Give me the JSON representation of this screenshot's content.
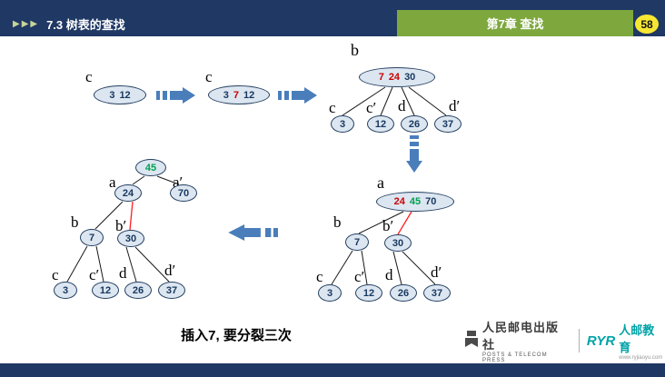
{
  "header": {
    "breadcrumb_arrows": "▶▶▶",
    "title": "7.3 树表的查找",
    "chapter": "第7章 查找",
    "page_number": "58"
  },
  "step1": {
    "label": "c",
    "values": [
      "3",
      "12"
    ]
  },
  "step2": {
    "label": "c",
    "values": [
      "3",
      "7",
      "12"
    ]
  },
  "tree1": {
    "root_label": "b",
    "root_values": [
      "7",
      "24",
      "30"
    ],
    "children": [
      {
        "label": "c",
        "value": "3"
      },
      {
        "label": "c′",
        "value": "12"
      },
      {
        "label": "d",
        "value": "26"
      },
      {
        "label": "d′",
        "value": "37"
      }
    ]
  },
  "tree2": {
    "root_label": "a",
    "root_values": [
      "24",
      "45",
      "70"
    ],
    "internal": [
      {
        "label": "b",
        "value": "7"
      },
      {
        "label": "b′",
        "value": "30"
      }
    ],
    "leaves": [
      {
        "label": "c",
        "value": "3"
      },
      {
        "label": "c′",
        "value": "12"
      },
      {
        "label": "d",
        "value": "26"
      },
      {
        "label": "d′",
        "value": "37"
      }
    ]
  },
  "tree3": {
    "root_value": "45",
    "internal1": [
      {
        "label": "a",
        "value": "24"
      },
      {
        "label": "a′",
        "value": "70"
      }
    ],
    "internal2": [
      {
        "label": "b",
        "value": "7"
      },
      {
        "label": "b′",
        "value": "30"
      }
    ],
    "leaves": [
      {
        "label": "c",
        "value": "3"
      },
      {
        "label": "c′",
        "value": "12"
      },
      {
        "label": "d",
        "value": "26"
      },
      {
        "label": "d′",
        "value": "37"
      }
    ]
  },
  "caption": "插入7, 要分裂三次",
  "footer": {
    "publisher_cn": "人民邮电出版社",
    "publisher_en": "POSTS & TELECOM PRESS",
    "brand_mark": "RYR",
    "brand_name": "人邮教育",
    "brand_url": "www.ryjiaoyu.com"
  },
  "colors": {
    "header_navy": "#1F3864",
    "band_green": "#7EA83E",
    "badge_yellow": "#F7E733",
    "node_fill": "#DCE6F1",
    "node_border": "#243F60",
    "value_navy": "#17375E",
    "highlight_red": "#CC0000",
    "highlight_green": "#00A050",
    "arrow_blue": "#4A7EBB",
    "split_edge_red": "#FF0000"
  }
}
